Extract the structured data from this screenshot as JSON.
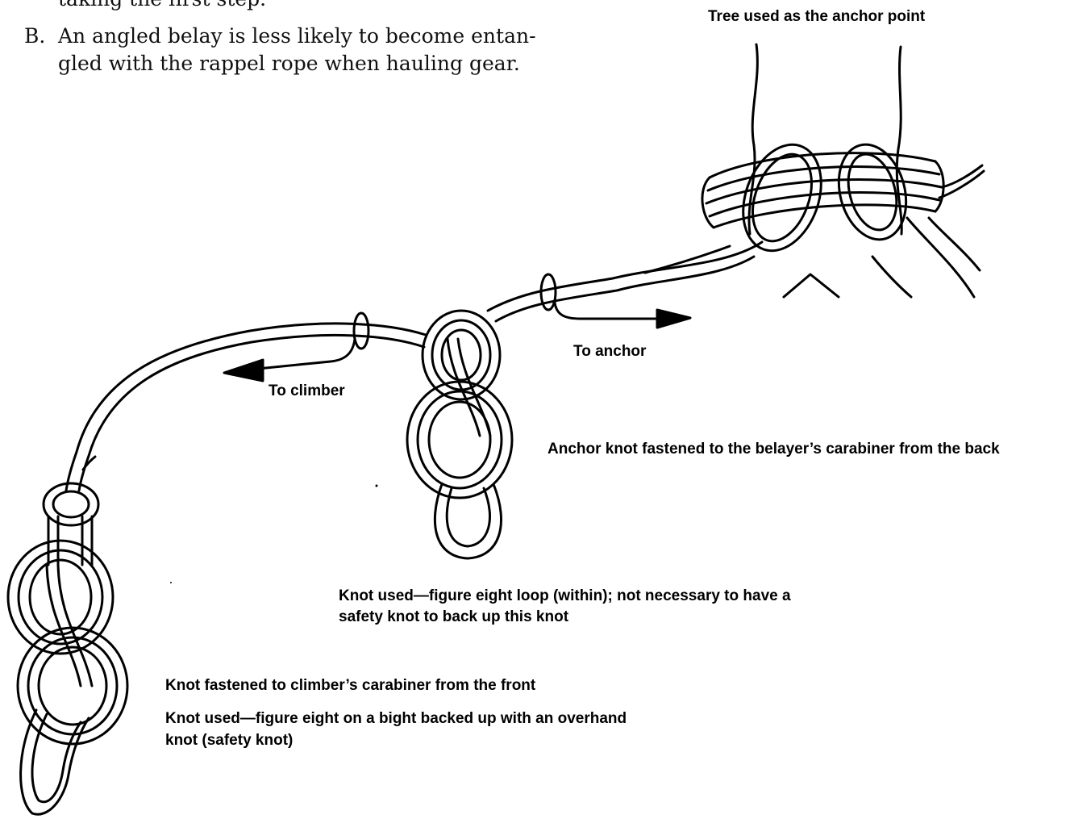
{
  "text": {
    "top_fragment": "taking the first step.",
    "item_b_marker": "B.",
    "item_b_line1": "An angled belay is less likely to become entan-",
    "item_b_line2": "gled with the rappel rope when hauling gear."
  },
  "labels": {
    "tree": "Tree used as the anchor point",
    "to_anchor": "To anchor",
    "to_climber": "To climber",
    "anchor_knot": "Anchor knot fastened to the belayer’s carabiner from the back",
    "knot_used_mid_line1": "Knot used—figure eight loop (within); not necessary to have a",
    "knot_used_mid_line2": "safety knot to back up this knot",
    "climber_knot": "Knot fastened to climber’s carabiner from the front",
    "knot_used_low_line1": "Knot used—figure eight on a bight backed up with an overhand",
    "knot_used_low_line2": "knot (safety knot)"
  }
}
